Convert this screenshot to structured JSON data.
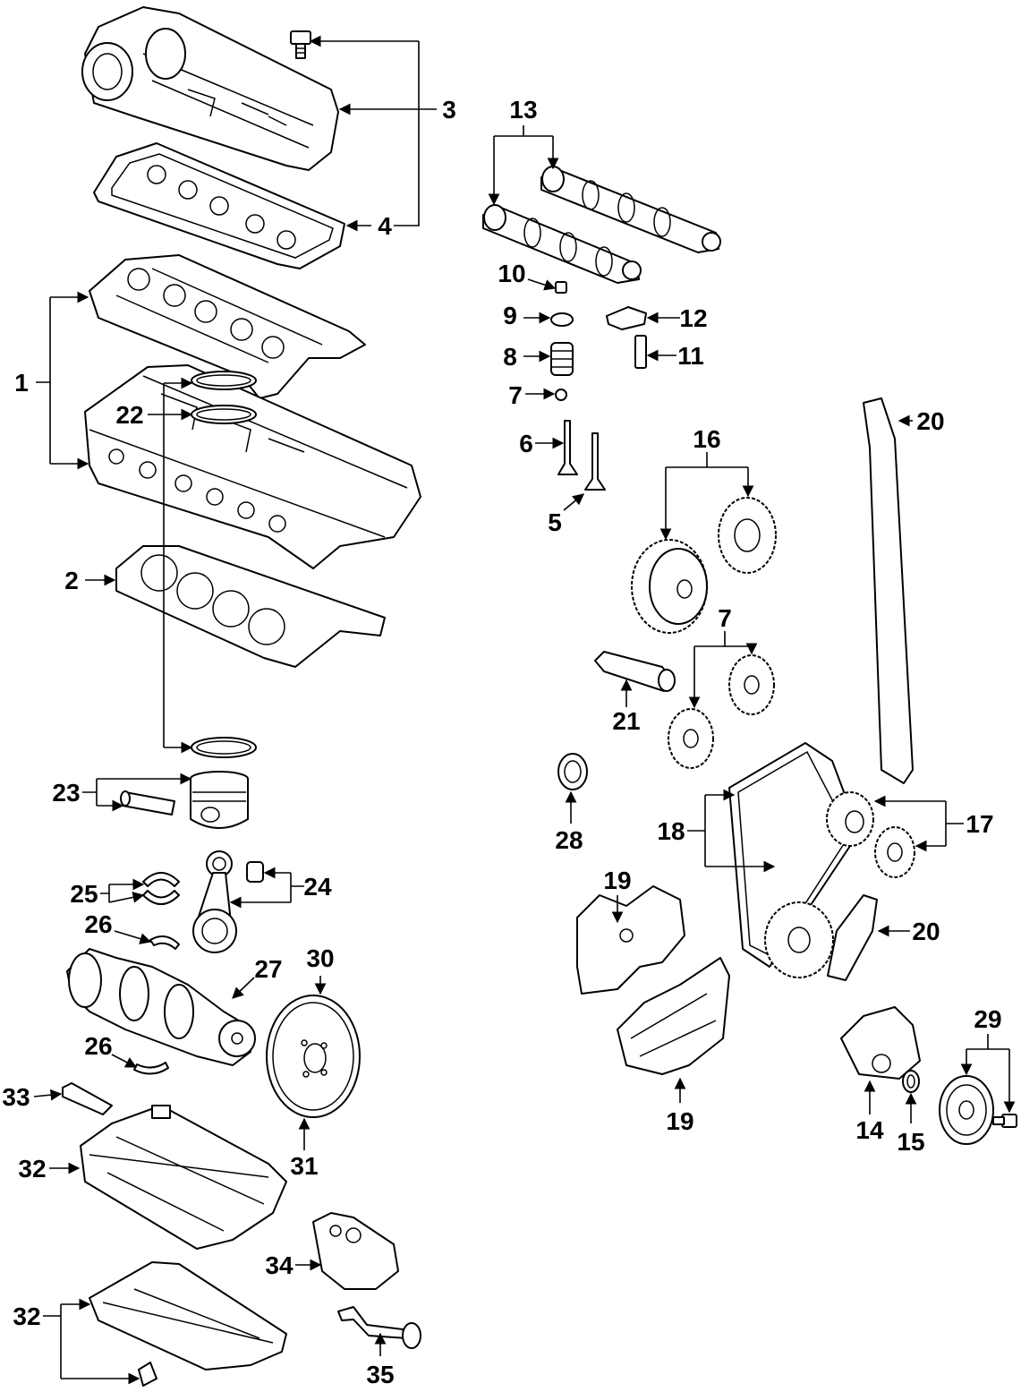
{
  "diagram": {
    "callouts": {
      "c1": "1",
      "c2": "2",
      "c3": "3",
      "c4": "4",
      "c5": "5",
      "c6": "6",
      "c7a": "7",
      "c7b": "7",
      "c8": "8",
      "c9": "9",
      "c10": "10",
      "c11": "11",
      "c12": "12",
      "c13": "13",
      "c14": "14",
      "c15": "15",
      "c16": "16",
      "c17": "17",
      "c18": "18",
      "c19a": "19",
      "c19b": "19",
      "c20a": "20",
      "c20b": "20",
      "c21": "21",
      "c22": "22",
      "c23": "23",
      "c24": "24",
      "c25": "25",
      "c26a": "26",
      "c26b": "26",
      "c27": "27",
      "c28": "28",
      "c29": "29",
      "c30": "30",
      "c31": "31",
      "c32a": "32",
      "c32b": "32",
      "c33": "33",
      "c34": "34",
      "c35": "35"
    }
  }
}
